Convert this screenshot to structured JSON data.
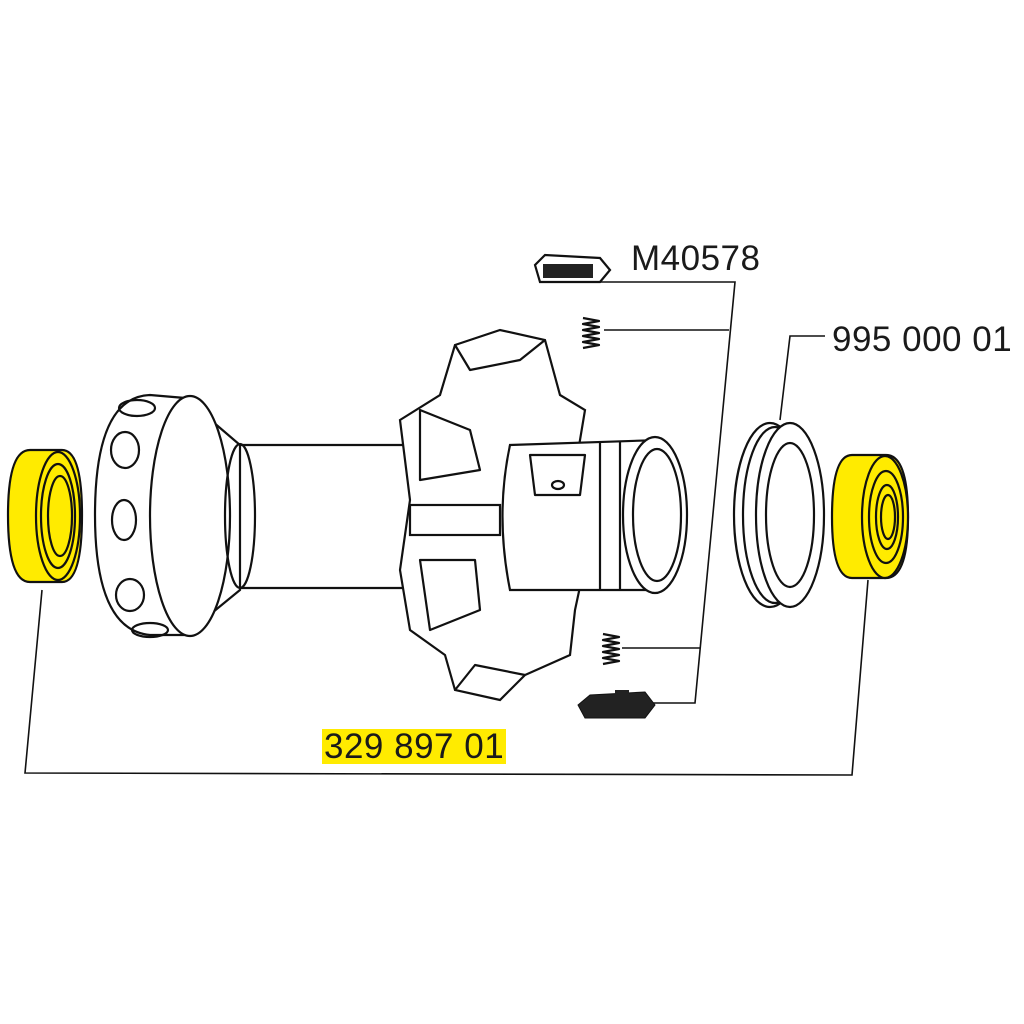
{
  "labels": {
    "pawl_spring_kit": "M40578",
    "seal_ring": "995 000 01",
    "bearing_kit": "329 897 01"
  },
  "colors": {
    "highlight": "#FFEB00",
    "line": "#111111"
  }
}
